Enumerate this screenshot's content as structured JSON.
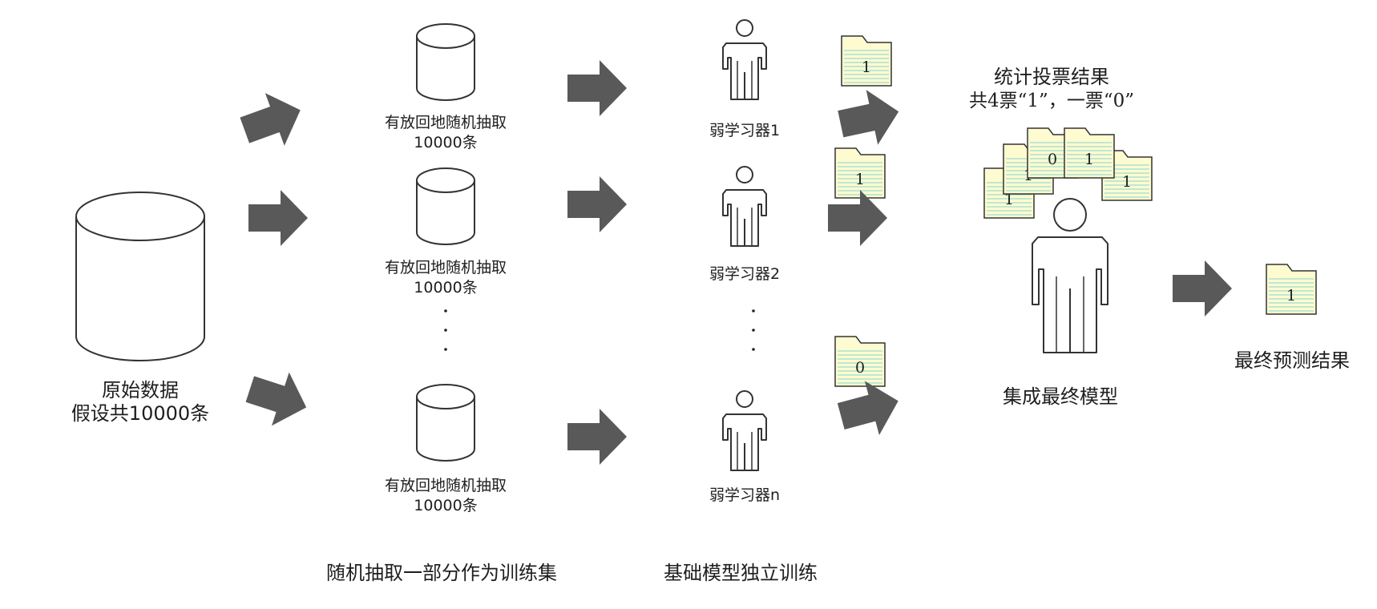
{
  "source_data": {
    "line1": "原始数据",
    "line2": "假设共10000条"
  },
  "samples": [
    {
      "line1": "有放回地随机抽取",
      "line2": "10000条"
    },
    {
      "line1": "有放回地随机抽取",
      "line2": "10000条"
    },
    {
      "line1": "有放回地随机抽取",
      "line2": "10000条"
    }
  ],
  "learners": [
    {
      "label": "弱学习器1",
      "vote": "1"
    },
    {
      "label": "弱学习器2",
      "vote": "1"
    },
    {
      "label": "弱学习器n",
      "vote": "0"
    }
  ],
  "vote_summary": {
    "line1": "统计投票结果",
    "line2": "共4票“1”，一票“0”",
    "stack": [
      "1",
      "1",
      "0",
      "1",
      "1"
    ]
  },
  "ensemble_label": "集成最终模型",
  "final": {
    "vote": "1",
    "label": "最终预测结果"
  },
  "stages": {
    "sampling": "随机抽取一部分作为训练集",
    "training": "基础模型独立训练"
  },
  "colors": {
    "arrow": "#595959",
    "note_fill": "#fffbd0",
    "note_lines": "#7fd6d6"
  }
}
